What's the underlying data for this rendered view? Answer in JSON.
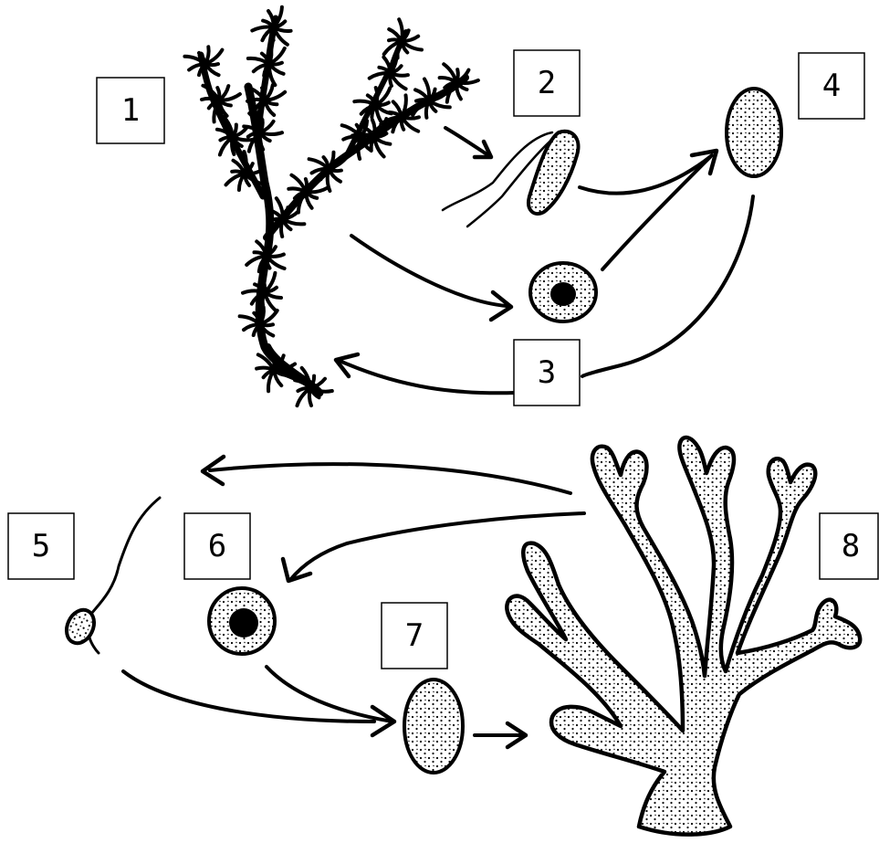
{
  "diagram": {
    "labels": [
      "1",
      "2",
      "3",
      "4",
      "5",
      "6",
      "7",
      "8"
    ]
  },
  "colors": {
    "ink": "#000000",
    "background": "#ffffff"
  }
}
